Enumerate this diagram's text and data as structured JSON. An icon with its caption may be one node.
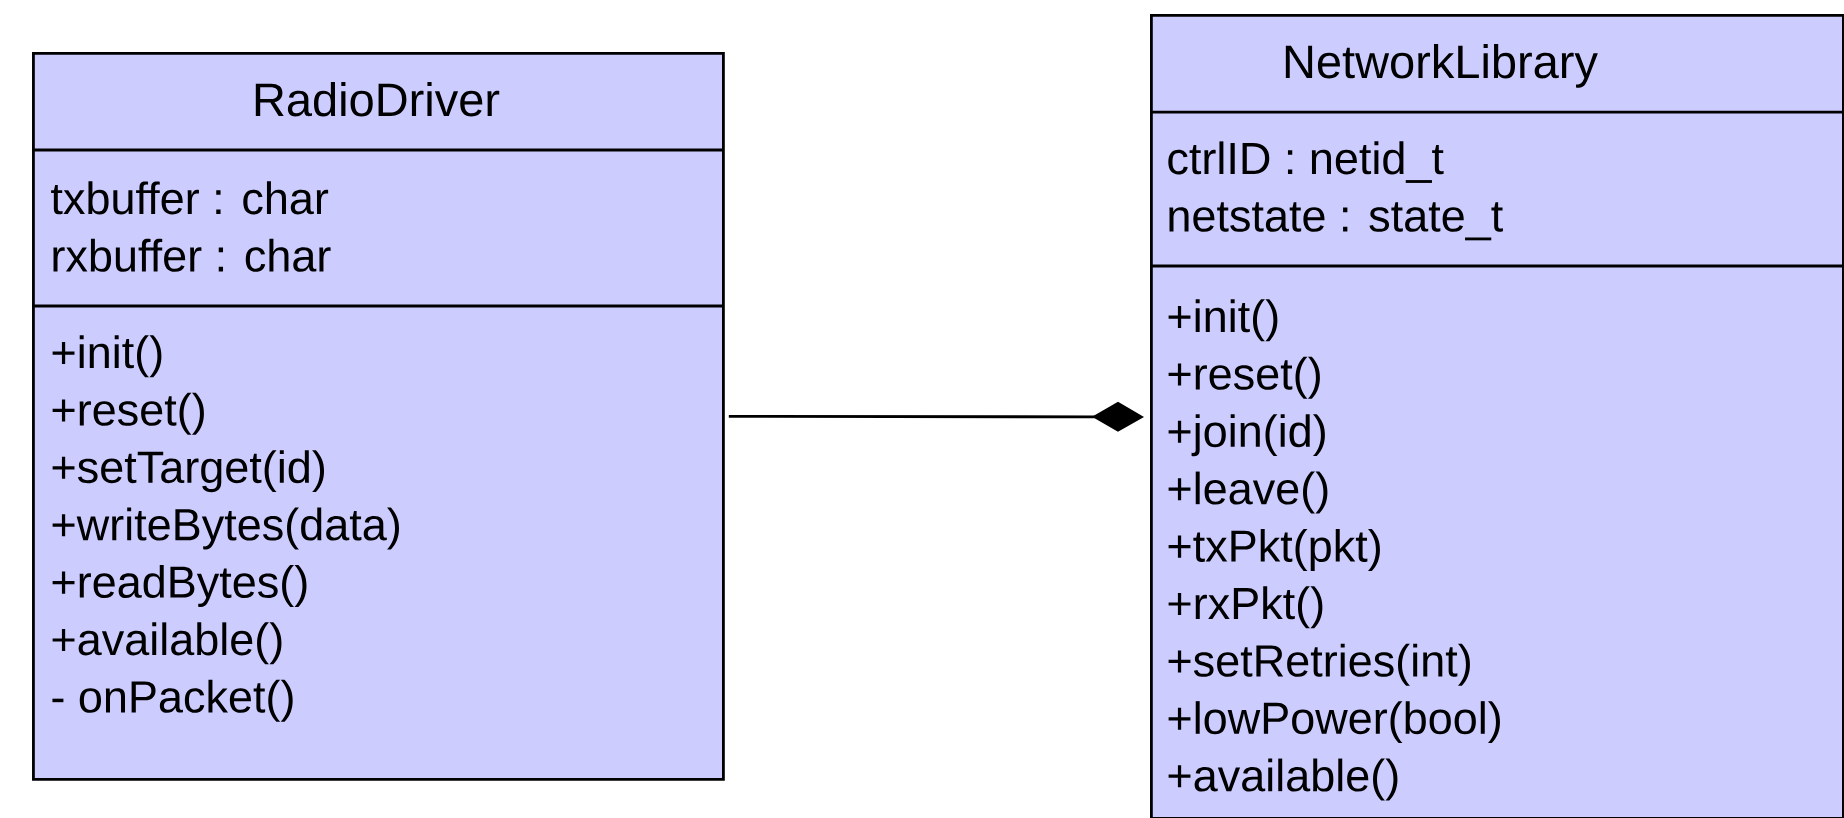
{
  "diagram": {
    "nodes": [
      {
        "text": [
          "RadioDriver",
          "txbuffer : char",
          "rxbuffer : char",
          "+init()",
          "+reset()",
          "+setTarget(id)",
          "+writeBytes(data)",
          "+readBytes()",
          "+available()",
          "- onPacket()"
        ]
      },
      {
        "text": [
          "NetworkLibrary",
          "ctrlID : netid_t",
          "netstate : state_t",
          "+init()",
          "+reset()",
          "+join(id)",
          "+leave()",
          "+txPkt(pkt)",
          "+rxPkt()",
          "+setRetries(int)",
          "+lowPower(bool)",
          "+available()"
        ]
      }
    ],
    "edges": [
      {
        "from": 0,
        "to": 1,
        "arrow": "other"
      }
    ]
  }
}
